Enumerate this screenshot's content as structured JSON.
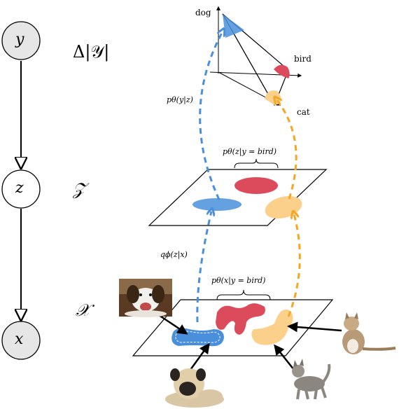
{
  "graphical_model": {
    "nodes": [
      {
        "id": "y",
        "label": "y",
        "fill": "#e6e6e6"
      },
      {
        "id": "z",
        "label": "z",
        "fill": "#ffffff"
      },
      {
        "id": "x",
        "label": "x",
        "fill": "#e6e6e6"
      }
    ]
  },
  "spaces": {
    "simplex": "Δ|𝒴|",
    "latent": "𝒵",
    "data": "𝒳"
  },
  "simplex": {
    "vertices": [
      "dog",
      "bird",
      "cat"
    ]
  },
  "annotations": {
    "p_y_given_z": "pθ(y|z)",
    "p_z_given_y_bird": "pθ(z|y = bird)",
    "q_z_given_x": "qϕ(z|x)",
    "p_x_given_y_bird": "pθ(x|y = bird)"
  },
  "colors": {
    "dog": "#4a8fdc",
    "bird": "#dc4b5c",
    "cat": "#f5a623",
    "cat_fill": "#fbd08a",
    "node_gray": "#e6e6e6"
  },
  "icons": [
    "dog-photo",
    "pug-photo",
    "cat-photo-sitting",
    "cat-photo-walking"
  ]
}
